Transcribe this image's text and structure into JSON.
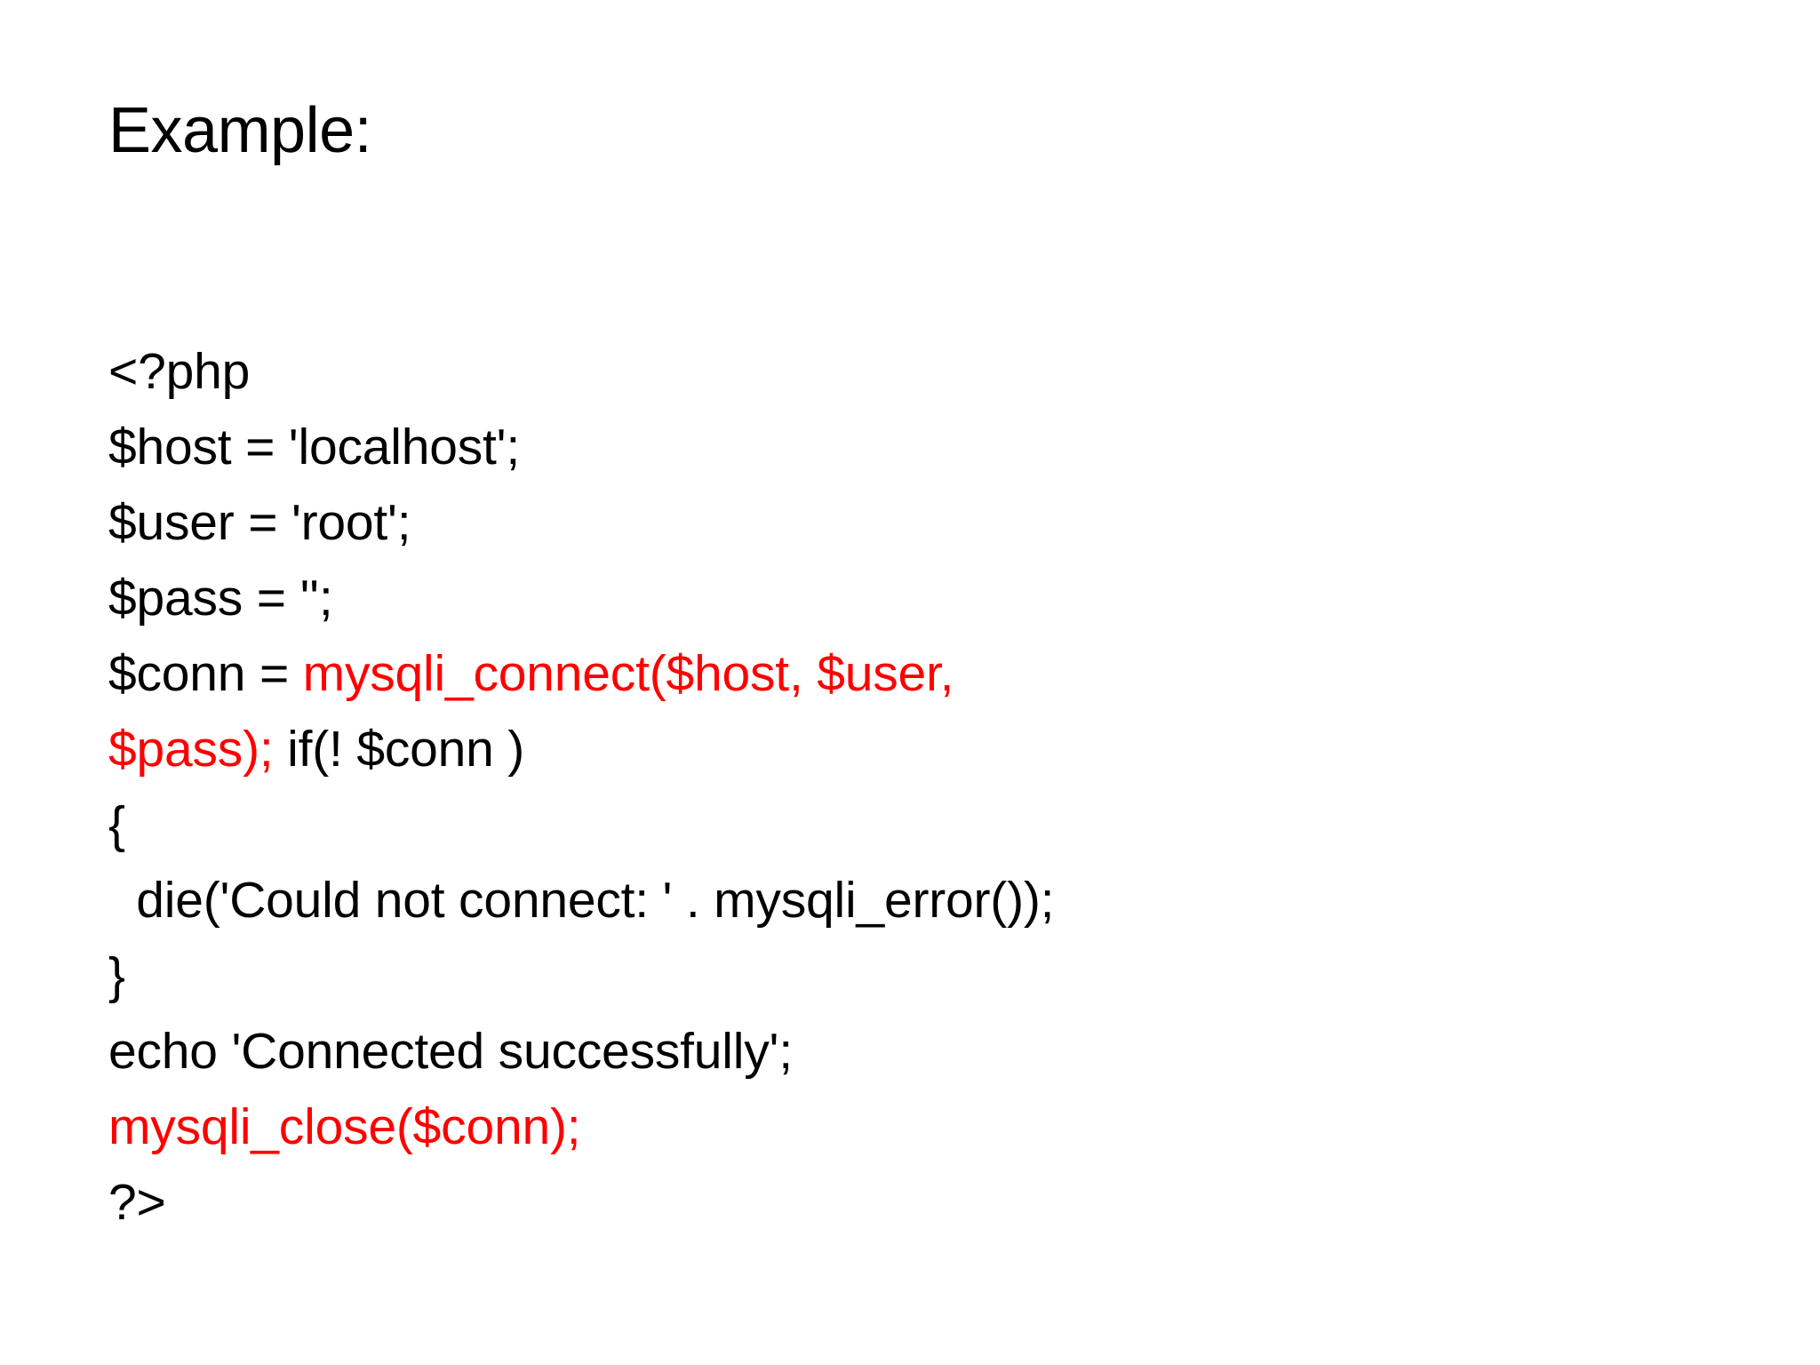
{
  "slide": {
    "title": "Example:",
    "background_color": "#FFFFFF",
    "text_color": "#000000",
    "accent_color": "#FF0000",
    "code": {
      "language": "php",
      "lines": [
        {
          "id": "line-1",
          "text": "<?php",
          "segments": [
            {
              "text": "<?php",
              "color": "#000000"
            }
          ]
        },
        {
          "id": "line-2",
          "text": "$host = 'localhost';",
          "segments": [
            {
              "text": "$host = 'localhost';",
              "color": "#000000"
            }
          ]
        },
        {
          "id": "line-3",
          "text": "$user = 'root';",
          "segments": [
            {
              "text": "$user = 'root';",
              "color": "#000000"
            }
          ]
        },
        {
          "id": "line-4",
          "text": "$pass = '';",
          "segments": [
            {
              "text": "$pass = '';",
              "color": "#000000"
            }
          ]
        },
        {
          "id": "line-5",
          "text": "$conn = mysqli_connect($host, $user,",
          "segments": [
            {
              "text": "$conn = ",
              "color": "#000000"
            },
            {
              "text": "mysqli_connect($host, $user,",
              "color": "#FF0000"
            }
          ]
        },
        {
          "id": "line-6",
          "text": "$pass); if(! $conn )",
          "segments": [
            {
              "text": "$pass);",
              "color": "#FF0000"
            },
            {
              "text": " if(! $conn )",
              "color": "#000000"
            }
          ]
        },
        {
          "id": "line-7",
          "text": "{",
          "segments": [
            {
              "text": "{",
              "color": "#000000"
            }
          ]
        },
        {
          "id": "line-8",
          "text": "  die('Could not connect: ' . mysqli_error());",
          "segments": [
            {
              "text": "  die('Could not connect: ' . mysqli_error());",
              "color": "#000000"
            }
          ]
        },
        {
          "id": "line-9",
          "text": "}",
          "segments": [
            {
              "text": "}",
              "color": "#000000"
            }
          ]
        },
        {
          "id": "line-10",
          "text": "echo 'Connected successfully';",
          "segments": [
            {
              "text": "echo 'Connected successfully';",
              "color": "#000000"
            }
          ]
        },
        {
          "id": "line-11",
          "text": "mysqli_close($conn);",
          "segments": [
            {
              "text": "mysqli_close($conn);",
              "color": "#FF0000"
            }
          ]
        },
        {
          "id": "line-12",
          "text": "?>",
          "segments": [
            {
              "text": "?>",
              "color": "#000000"
            }
          ]
        }
      ]
    }
  }
}
